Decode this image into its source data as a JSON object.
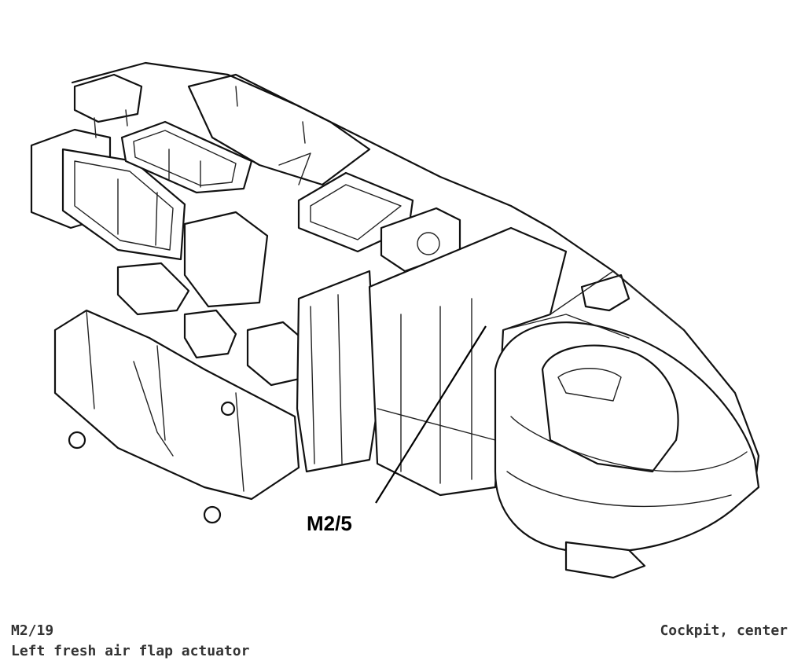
{
  "diagram": {
    "callout_label": "M2/5"
  },
  "footer": {
    "component_code": "M2/19",
    "component_description": "Left fresh air flap actuator",
    "location": "Cockpit, center"
  }
}
